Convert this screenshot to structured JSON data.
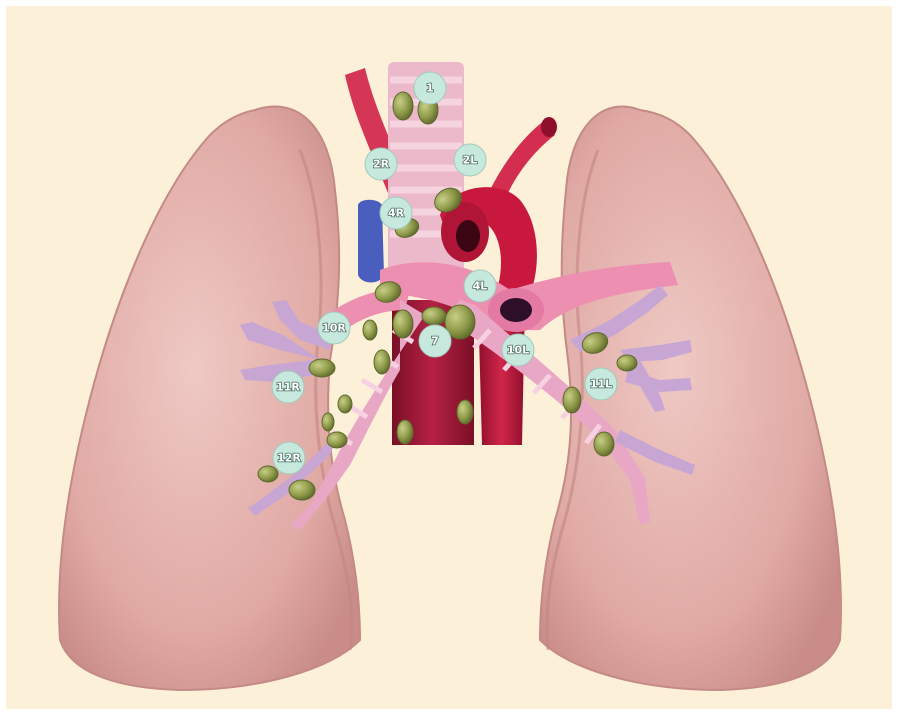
{
  "stations": [
    {
      "id": "s1",
      "label": "1"
    },
    {
      "id": "s2R",
      "label": "2R"
    },
    {
      "id": "s2L",
      "label": "2L"
    },
    {
      "id": "s4R",
      "label": "4R"
    },
    {
      "id": "s4L",
      "label": "4L"
    },
    {
      "id": "s10R",
      "label": "10R"
    },
    {
      "id": "s7",
      "label": "7"
    },
    {
      "id": "s10L",
      "label": "10L"
    },
    {
      "id": "s11R",
      "label": "11R"
    },
    {
      "id": "s11L",
      "label": "11L"
    },
    {
      "id": "s12R",
      "label": "12R"
    }
  ],
  "colors": {
    "background": "#fdf0d8",
    "lung": "#e2aaa6",
    "trachea": "#ecb9cb",
    "aorta": "#c0163c",
    "vena_cava": "#4a5fbd",
    "bronchus": "#c8a6d4",
    "lymph_node": "#8f9a4a",
    "station_badge": "#c7e8dc"
  }
}
